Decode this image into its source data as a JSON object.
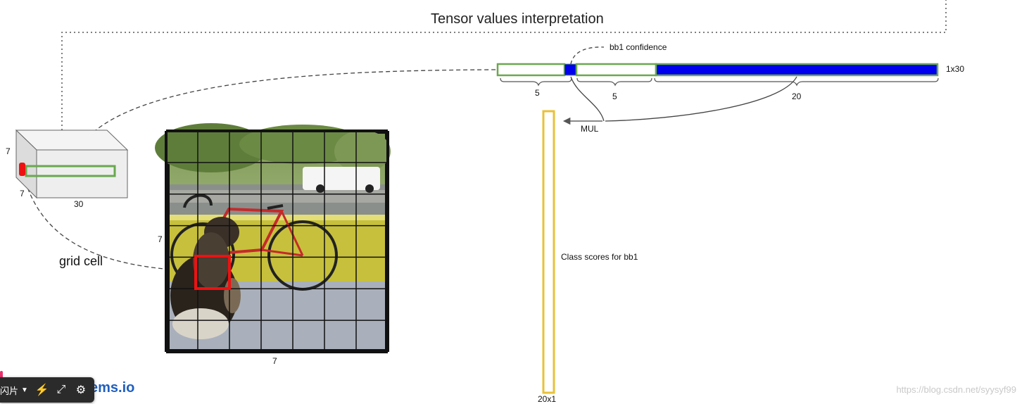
{
  "title": "Tensor values interpretation",
  "cube": {
    "depth_label": "7",
    "height_label": "7",
    "width_label": "30"
  },
  "grid": {
    "rows": 7,
    "cols": 7,
    "side_label": "7",
    "bottom_label": "7"
  },
  "grid_cell_label": "grid cell",
  "vector": {
    "size_label": "1x30",
    "seg1_label": "5",
    "seg2_label": "5",
    "seg3_label": "20",
    "confidence_label": "bb1 confidence",
    "mul_label": "MUL"
  },
  "class_scores": {
    "label": "Class scores for bb1",
    "size_label": "20x1"
  },
  "colors": {
    "green": "#6aa84f",
    "blue": "#0000ee",
    "yellow": "#e8c13a",
    "red": "#ee1111"
  },
  "toolbar": {
    "text": "闪片",
    "icons": [
      "chevron-down-icon",
      "lightning-icon",
      "fullscreen-icon",
      "gear-icon"
    ]
  },
  "logo_text": "ems.io",
  "watermark": "https://blog.csdn.net/syysyf99"
}
